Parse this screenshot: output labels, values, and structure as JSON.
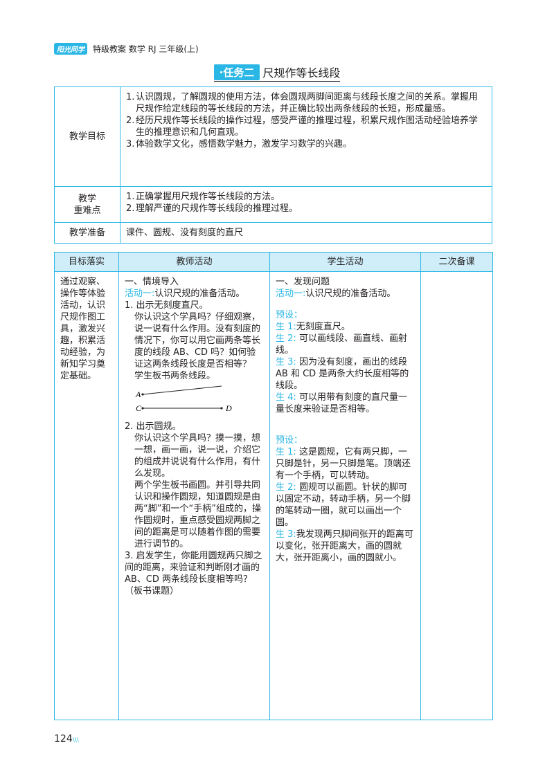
{
  "header": {
    "logo": "阳光同学",
    "text": "特级教案  数学  RJ 三年级(上)"
  },
  "title": {
    "badge": "·任务二",
    "text": "尺规作等长线段"
  },
  "goals": {
    "objective_label": "教学目标",
    "objectives": [
      {
        "n": "1.",
        "text": "认识圆规，了解圆规的使用方法，体会圆规两脚间距离与线段长度之间的关系。掌握用尺规作给定线段的等长线段的方法，并正确比较出两条线段的长短，形成量感。"
      },
      {
        "n": "2.",
        "text": "经历尺规作等长线段的操作过程，感受严谨的推理过程，积累尺规作图活动经验培养学生的推理意识和几何直观。"
      },
      {
        "n": "3.",
        "text": "体验数学文化，感悟数学魅力，激发学习数学的兴趣。"
      }
    ],
    "keypoint_label_1": "教学",
    "keypoint_label_2": "重难点",
    "keypoints": [
      {
        "n": "1.",
        "text": "正确掌握用尺规作等长线段的方法。"
      },
      {
        "n": "2.",
        "text": "理解严谨的尺规作等长线段的推理过程。"
      }
    ],
    "prep_label": "教学准备",
    "prep": "课件、圆规、没有刻度的直尺"
  },
  "activity": {
    "headers": [
      "目标落实",
      "教师活动",
      "学生活动",
      "二次备课"
    ],
    "goal_text": "通过观察、操作等体验活动，认识尺规作图工具，激发兴趣，积累活动经验，为新知学习奠定基础。",
    "teacher": {
      "section": "一、情境导入",
      "activity_label": "活动一",
      "activity_text": "认识尺规的准备活动。",
      "step1_title": "1. 出示无刻度直尺。",
      "step1_text": "你认识这个学具吗？仔细观察，说一说有什么作用。没有刻度的情况下，你可以用它画两条等长度的线段 AB、CD 吗？如何验证这两条线段长度是否相等？",
      "step1_board": "学生板书两条线段。",
      "seg_a": "A",
      "seg_c": "C",
      "seg_d": "D",
      "step2_title": "2. 出示圆规。",
      "step2_text": "你认识这个学具吗？摸一摸，想一想，画一画，说一说，介绍它的组成并说说有什么作用，有什么发现。",
      "step2_board": "两个学生板书画圆。并引导共同认识和操作圆规，知道圆规是由两“脚”和一个“手柄”组成的，操作圆规时，重点感受圆规两脚之间的距离是可以随着作图的需要进行调节的。",
      "step3_title": "3. 启发学生，",
      "step3_text": "你能用圆规两只脚之间的距离，来验证和判断刚才画的 AB、CD 两条线段长度相等吗？（板书课题）"
    },
    "student": {
      "section": "一、发现问题",
      "activity_label": "活动一",
      "activity_text": "认识尺规的准备活动。",
      "preset1": "预设：",
      "s1_label": "生 1:",
      "s1_text": "无刻度直尺。",
      "s2_label": "生 2:",
      "s2_text": "可以画线段、画直线、画射线。",
      "s3_label": "生 3:",
      "s3_text": "因为没有刻度，画出的线段 AB 和 CD 是两条大约长度相等的线段。",
      "s4_label": "生 4:",
      "s4_text": "可以用带有刻度的直尺量一量长度来验证是否相等。",
      "preset2": "预设：",
      "t1_label": "生 1:",
      "t1_text": "这是圆规，它有两只脚，一只脚是针，另一只脚是笔。顶端还有一个手柄，可以转动。",
      "t2_label": "生 2:",
      "t2_text": "圆规可以画圆。针状的脚可以固定不动，转动手柄，另一个脚的笔转动一圈，就可以画出一个圆。",
      "t3_label": "生 3:",
      "t3_text": "我发现两只脚间张开的距离可以变化，张开距离大，画的圆就大，张开距离小，画的圆就小。"
    },
    "second_prep": ""
  },
  "page_number": "124",
  "page_deco": "\\\\\\",
  "colors": {
    "accent": "#2bb7e6",
    "header_fill": "#cfeef9",
    "text": "#231f20"
  }
}
